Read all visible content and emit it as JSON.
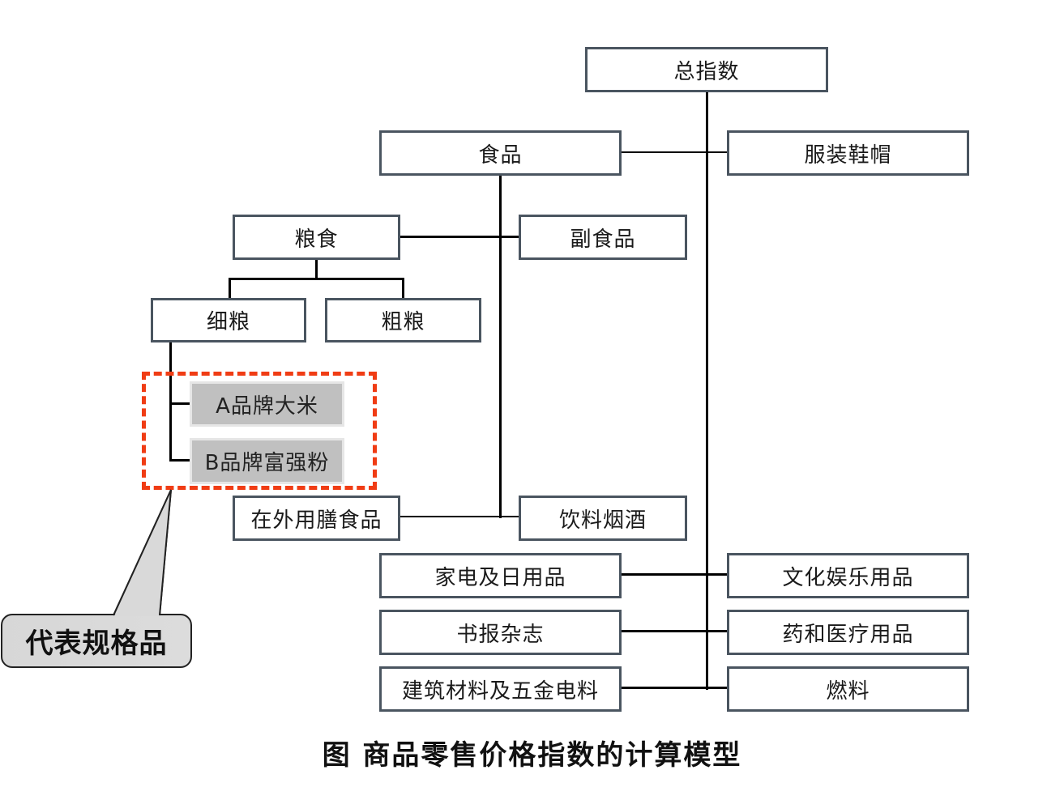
{
  "diagram": {
    "root": "总指数",
    "nodes": {
      "food": "食品",
      "clothing": "服装鞋帽",
      "grain": "粮食",
      "non_staple": "副食品",
      "fine_grain": "细粮",
      "coarse_grain": "粗粮",
      "rep_a": "A品牌大米",
      "rep_b": "B品牌富强粉",
      "dining_out": "在外用膳食品",
      "beverage": "饮料烟酒",
      "appliances": "家电及日用品",
      "culture": "文化娱乐用品",
      "books": "书报杂志",
      "medicine": "药和医疗用品",
      "building": "建筑材料及五金电料",
      "fuel": "燃料"
    },
    "callout": "代表规格品",
    "caption": "图  商品零售价格指数的计算模型",
    "colors": {
      "highlight_dash": "#f03c14",
      "node_border": "#4a5560",
      "rep_fill": "#c0c0c0",
      "callout_fill": "#d9d9d9"
    }
  }
}
